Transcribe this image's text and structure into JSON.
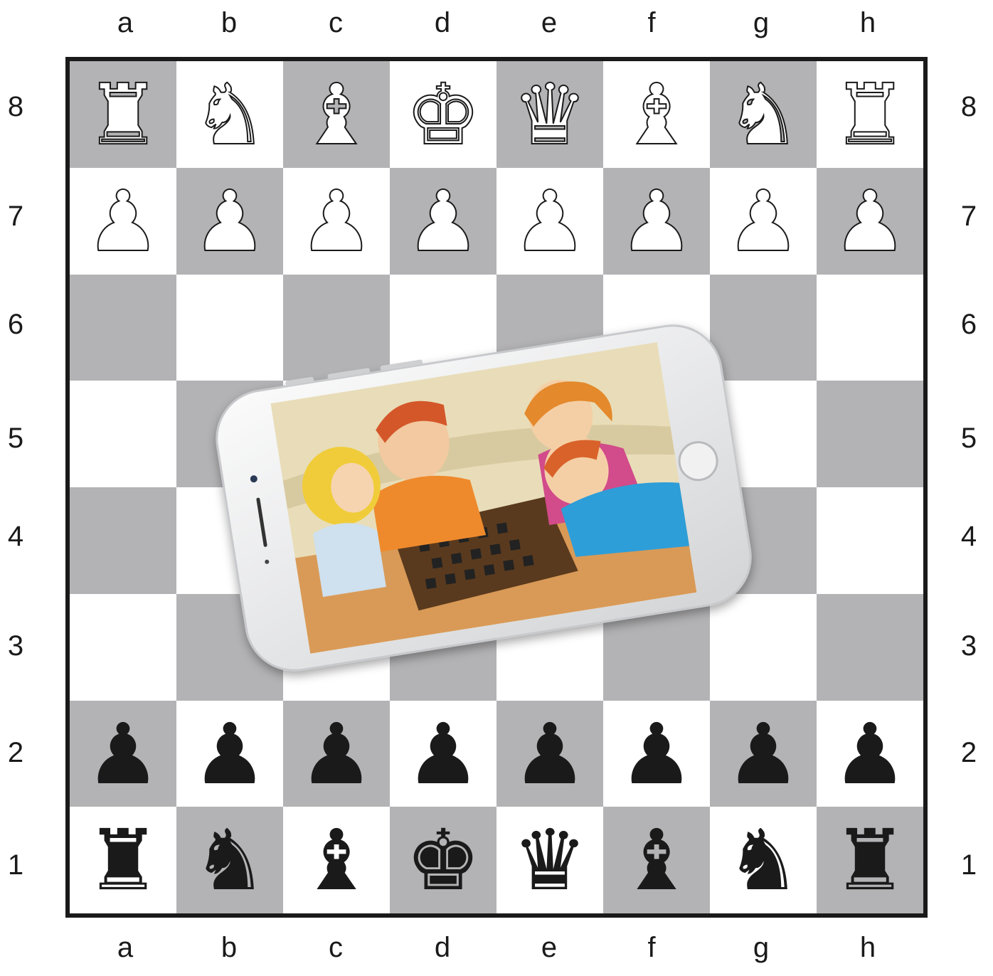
{
  "files": [
    "a",
    "b",
    "c",
    "d",
    "e",
    "f",
    "g",
    "h"
  ],
  "ranks": [
    "8",
    "7",
    "6",
    "5",
    "4",
    "3",
    "2",
    "1"
  ],
  "colors": {
    "dark_square": "#b3b3b5",
    "light_square": "#ffffff",
    "border": "#1a1a1a",
    "white_piece_fill": "#ffffff",
    "black_piece_fill": "#1a1a1a"
  },
  "position": {
    "8": [
      "♜",
      "♞",
      "♝",
      "♚",
      "♛",
      "♝",
      "♞",
      "♜"
    ],
    "7": [
      "♟",
      "♟",
      "♟",
      "♟",
      "♟",
      "♟",
      "♟",
      "♟"
    ],
    "6": [
      "",
      "",
      "",
      "",
      "",
      "",
      "",
      ""
    ],
    "5": [
      "",
      "",
      "",
      "",
      "",
      "",
      "",
      ""
    ],
    "4": [
      "",
      "",
      "",
      "",
      "",
      "",
      "",
      ""
    ],
    "3": [
      "",
      "",
      "",
      "",
      "",
      "",
      "",
      ""
    ],
    "2": [
      "♟",
      "♟",
      "♟",
      "♟",
      "♟",
      "♟",
      "♟",
      "♟"
    ],
    "1": [
      "♜",
      "♞",
      "♝",
      "♚",
      "♛",
      "♝",
      "♞",
      "♜"
    ]
  },
  "piece_colors": {
    "8": "white",
    "7": "white",
    "2": "black",
    "1": "black"
  },
  "phone": {
    "image": "cartoon-family-playing-chess"
  }
}
